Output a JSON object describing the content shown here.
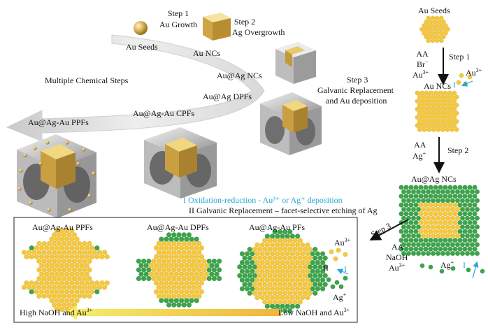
{
  "top_pathway": {
    "step1_label": "Step 1",
    "step1_sub": "Au Growth",
    "step2_label": "Step 2",
    "step2_sub": "Ag Overgrowth",
    "step3_label": "Step 3",
    "step3_sub1": "Galvanic Replacement",
    "step3_sub2": "and Au deposition",
    "au_seeds": "Au Seeds",
    "au_ncs": "Au NCs",
    "au_ag_ncs": "Au@Ag NCs",
    "au_ag_dpfs": "Au@Ag DPFs",
    "au_ag_au_cpfs": "Au@Ag-Au CPFs",
    "au_ag_au_ppfs": "Au@Ag-Au PPFs",
    "multiple_steps": "Multiple Chemical Steps"
  },
  "right_panel": {
    "au_seeds": "Au Seeds",
    "step1": "Step 1",
    "reagents1": [
      "AA",
      "Br",
      "Au"
    ],
    "au_ncs": "Au NCs",
    "au3_label": "Au",
    "roman_i": "I",
    "reagents2": [
      "AA",
      "Ag"
    ],
    "step2": "Step 2",
    "au_ag_ncs": "Au@Ag NCs",
    "step3": "Step 3",
    "reagents3": [
      "AA",
      "NaOH",
      "Au"
    ],
    "ag_plus": "Ag",
    "roman_i_2": "I"
  },
  "mechanism": {
    "line1": "I Oxidation-reduction - Au³⁺ or Ag⁺ deposition",
    "line2": "II Galvanic Replacement – facet-selective etching of Ag"
  },
  "bottom_panel": {
    "ppfs": "Au@Ag-Au PPFs",
    "dpfs": "Au@Ag-Au DPFs",
    "pfs": "Au@Ag-Au PFs",
    "au3": "Au",
    "ag_plus": "Ag",
    "roman_ii": "II",
    "roman_i": "I",
    "high": "High NaOH and Au",
    "low": "Low NaOH and Au"
  },
  "colors": {
    "gold": "#f6c739",
    "green": "#3ca44a",
    "arrow_blue": "#2aa6d6",
    "gradient_left": "#f4ec6a",
    "gradient_right": "#f1b53a"
  }
}
